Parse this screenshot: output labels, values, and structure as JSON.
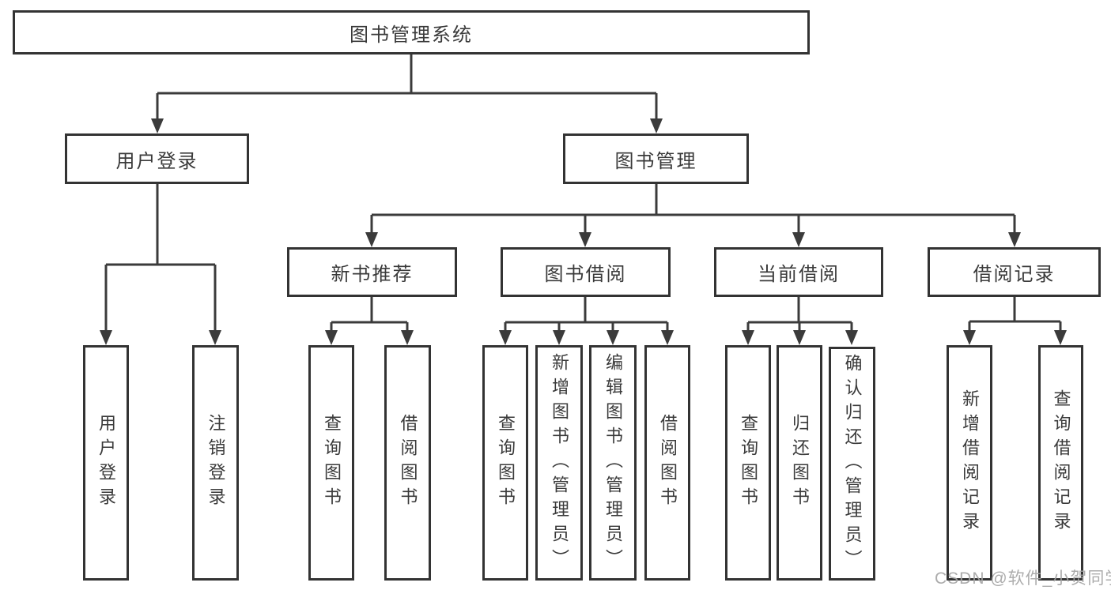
{
  "diagram_title": "图书管理系统",
  "tree": {
    "root": {
      "label": "图书管理系统",
      "children": [
        {
          "label": "用户登录",
          "children": [
            {
              "label": "用户登录"
            },
            {
              "label": "注销登录"
            }
          ]
        },
        {
          "label": "图书管理",
          "children": [
            {
              "label": "新书推荐",
              "children": [
                {
                  "label": "查询图书"
                },
                {
                  "label": "借阅图书"
                }
              ]
            },
            {
              "label": "图书借阅",
              "children": [
                {
                  "label": "查询图书"
                },
                {
                  "label": "新增图书（管理员）"
                },
                {
                  "label": "编辑图书（管理员）"
                },
                {
                  "label": "借阅图书"
                }
              ]
            },
            {
              "label": "当前借阅",
              "children": [
                {
                  "label": "查询图书"
                },
                {
                  "label": "归还图书"
                },
                {
                  "label": "确认归还（管理员）"
                }
              ]
            },
            {
              "label": "借阅记录",
              "children": [
                {
                  "label": "新增借阅记录"
                },
                {
                  "label": "查询借阅记录"
                }
              ]
            }
          ]
        }
      ]
    }
  },
  "watermark": {
    "text": "CSDN @软件_小贺同学"
  },
  "colors": {
    "line": "#3b3b3b",
    "box_border": "#333333",
    "box_fill": "#ffffff",
    "text": "#3a3a3a",
    "watermark": "#a5a5a5"
  }
}
